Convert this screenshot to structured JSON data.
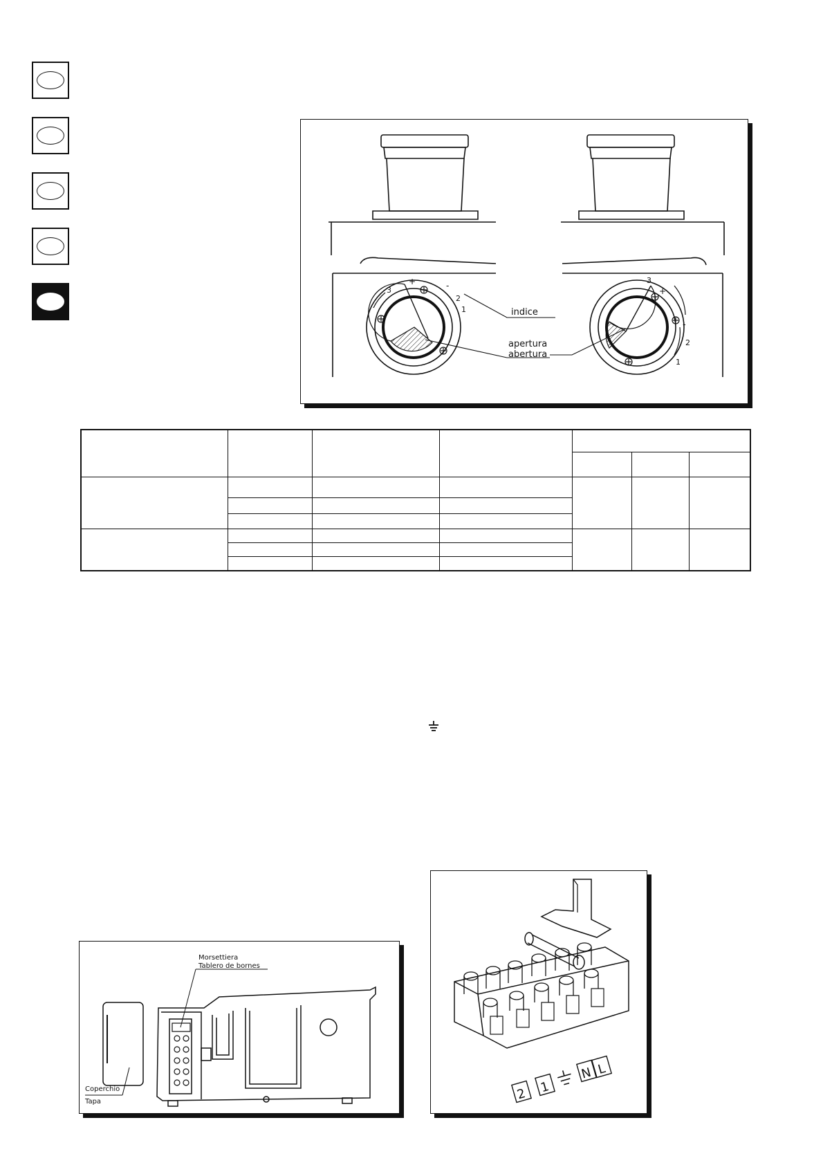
{
  "language_tabs": [
    {
      "active": false
    },
    {
      "active": false
    },
    {
      "active": false
    },
    {
      "active": false
    },
    {
      "active": true
    }
  ],
  "figure_air_regulation": {
    "label_index": "indice",
    "label_opening_it": "apertura",
    "label_opening_es": "abertura",
    "dial_marks_left": [
      "3",
      "+",
      "-",
      "2",
      "1"
    ],
    "dial_marks_right": [
      "3",
      "+",
      "-",
      "2",
      "1"
    ]
  },
  "figure_terminal_box": {
    "label_terminal_it": "Morsettiera",
    "label_terminal_es": "Tablero de bornes",
    "label_cover_it": "Coperchio",
    "label_cover_es": "Tapa"
  },
  "figure_terminal_block": {
    "terminal_codes": [
      "2",
      "1",
      "N",
      "L"
    ]
  }
}
